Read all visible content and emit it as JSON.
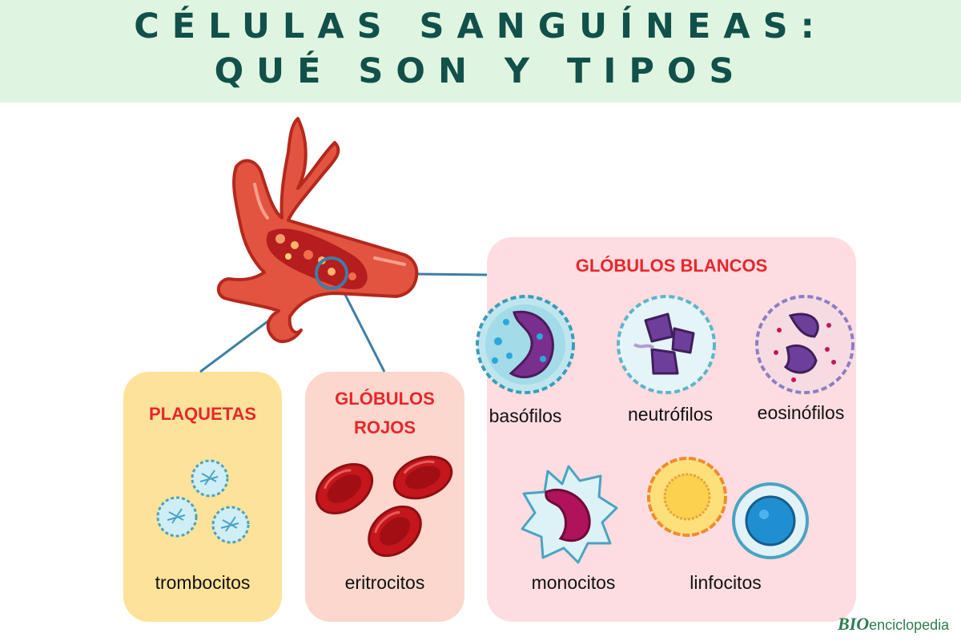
{
  "title": {
    "line1": "CÉLULAS SANGUÍNEAS:",
    "line2": "QUÉ SON Y TIPOS"
  },
  "groups": {
    "plaquetas": {
      "heading": "PLAQUETAS",
      "cells": [
        "trombocitos"
      ]
    },
    "globulos_rojos": {
      "heading_line1": "GLÓBULOS",
      "heading_line2": "ROJOS",
      "cells": [
        "eritrocitos"
      ]
    },
    "globulos_blancos": {
      "heading": "GLÓBULOS BLANCOS",
      "cells": [
        "basófilos",
        "neutrófilos",
        "eosinófilos",
        "monocitos",
        "linfocitos"
      ]
    }
  },
  "brand": {
    "mark": "BIO",
    "name": "enciclopedia"
  },
  "colors": {
    "header_bg": "#dff5e1",
    "title": "#12504a",
    "heading_red": "#e8262a",
    "plaquetas_bg": "#fde39a",
    "rojos_bg": "#fbd7cd",
    "blancos_bg": "#fddde1",
    "vessel": "#e2543f",
    "connector": "#3d7ea6"
  }
}
